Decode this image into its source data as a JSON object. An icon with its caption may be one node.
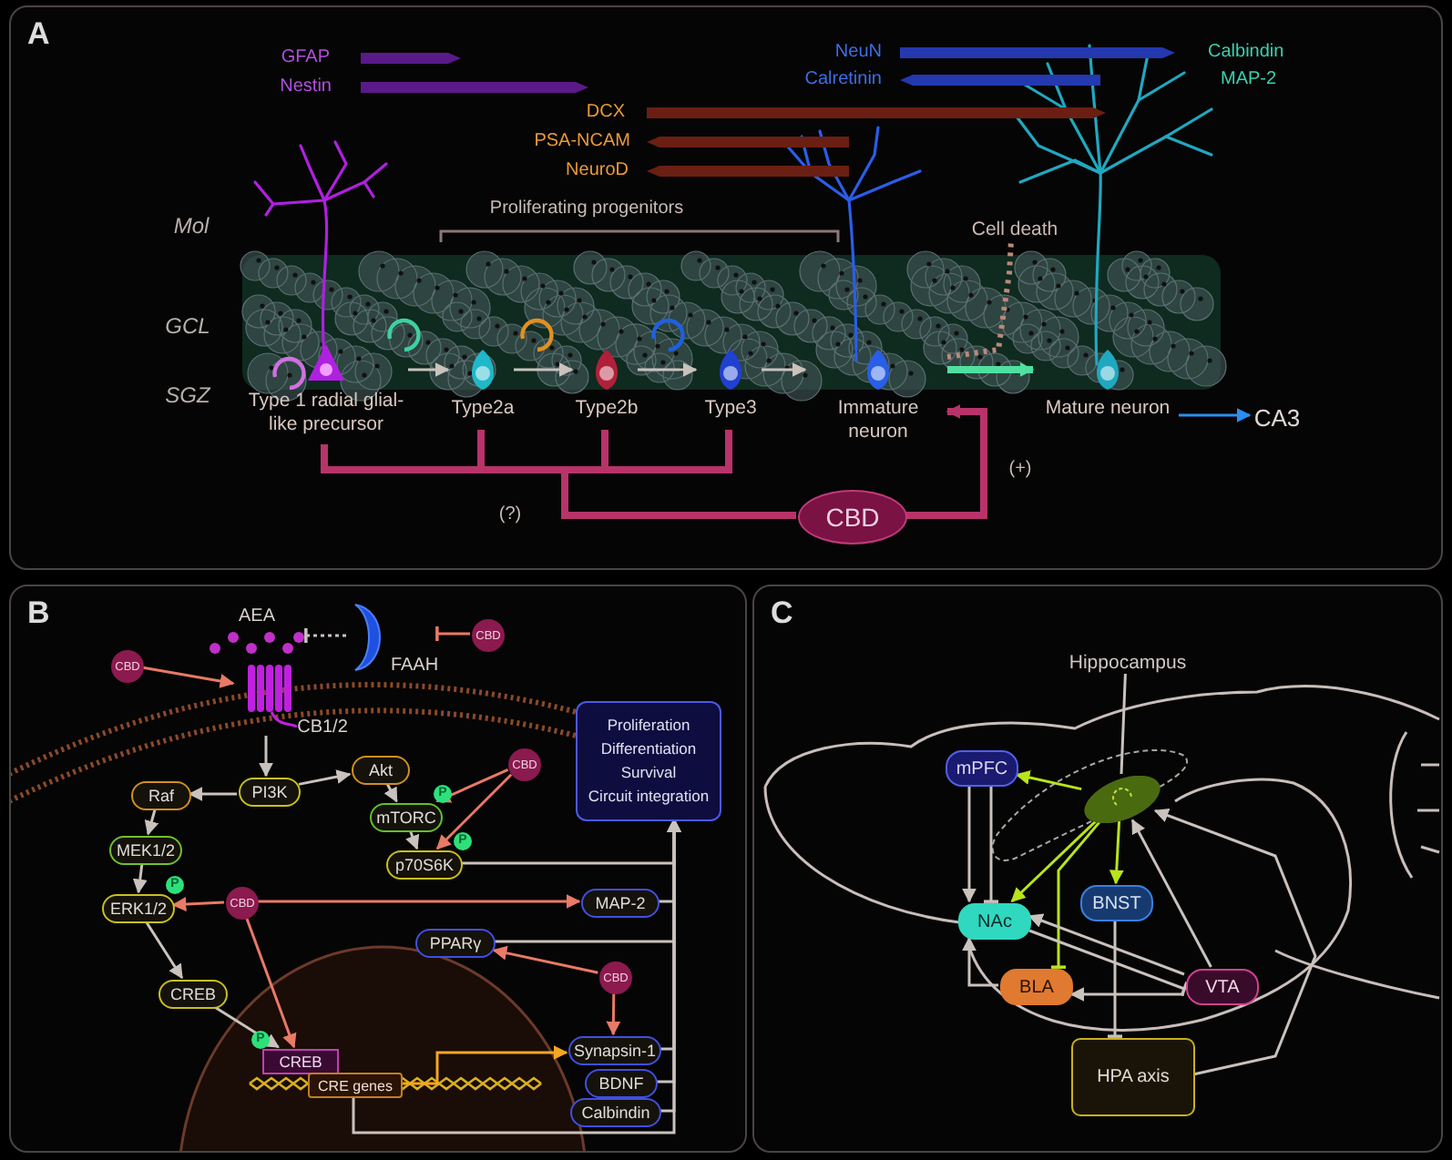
{
  "diagram": {
    "nodes": [
      {
        "text": [
          "A"
        ]
      },
      {
        "text": [
          "Type 1 radial glial-like precursor"
        ],
        "in": 0
      },
      {
        "text": [
          "Type2a"
        ],
        "in": 0
      },
      {
        "text": [
          "Type2b"
        ],
        "in": 0
      },
      {
        "text": [
          "Type3"
        ],
        "in": 0
      },
      {
        "text": [
          "Immature neuron"
        ],
        "in": 0
      },
      {
        "text": [
          "Mature neuron"
        ],
        "in": 0
      },
      {
        "text": [
          "CA3"
        ],
        "in": 0
      },
      {
        "text": [
          "CBD"
        ],
        "in": 0
      },
      {
        "text": [
          "Cell death"
        ],
        "in": 0
      },
      {
        "text": [
          "B"
        ]
      },
      {
        "text": [
          "AEA"
        ],
        "in": 10
      },
      {
        "text": [
          "FAAH"
        ],
        "in": 10
      },
      {
        "text": [
          "CBD"
        ],
        "in": 10
      },
      {
        "text": [
          "CBD"
        ],
        "in": 10
      },
      {
        "text": [
          "CB1/2"
        ],
        "in": 10
      },
      {
        "text": [
          "PI3K"
        ],
        "in": 10
      },
      {
        "text": [
          "Raf"
        ],
        "in": 10
      },
      {
        "text": [
          "Akt"
        ],
        "in": 10
      },
      {
        "text": [
          "mTORC"
        ],
        "beside": [
          "P"
        ],
        "in": 10
      },
      {
        "text": [
          "p70S6K"
        ],
        "beside": [
          "P"
        ],
        "in": 10
      },
      {
        "text": [
          "CBD"
        ],
        "in": 10
      },
      {
        "text": [
          "MEK1/2"
        ],
        "in": 10
      },
      {
        "text": [
          "ERK1/2"
        ],
        "beside": [
          "P"
        ],
        "in": 10
      },
      {
        "text": [
          "CBD"
        ],
        "in": 10
      },
      {
        "text": [
          "CREB"
        ],
        "in": 10
      },
      {
        "text": [
          "PPARγ"
        ],
        "in": 10
      },
      {
        "text": [
          "MAP-2"
        ],
        "in": 10
      },
      {
        "text": [
          "CBD"
        ],
        "in": 10
      },
      {
        "text": [
          "CREB"
        ],
        "beside": [
          "P"
        ],
        "in": 10
      },
      {
        "text": [
          "CRE genes"
        ],
        "in": 10
      },
      {
        "text": [
          "Synapsin-1"
        ],
        "in": 10
      },
      {
        "text": [
          "BDNF"
        ],
        "in": 10
      },
      {
        "text": [
          "Calbindin"
        ],
        "in": 10
      },
      {
        "text": [
          "Proliferation",
          "Differentiation",
          "Survival",
          "Circuit integration"
        ],
        "in": 10
      },
      {
        "text": [
          "C"
        ]
      },
      {
        "text": [
          "Hippocampus"
        ],
        "in": 35
      },
      {
        "text": [],
        "shape": "picture",
        "in": 35
      },
      {
        "text": [
          "mPFC"
        ],
        "in": 35
      },
      {
        "text": [
          "NAc"
        ],
        "in": 35
      },
      {
        "text": [
          "BNST"
        ],
        "in": 35
      },
      {
        "text": [
          "BLA"
        ],
        "in": 35
      },
      {
        "text": [
          "VTA"
        ],
        "in": 35
      },
      {
        "text": [
          "HPA axis"
        ],
        "in": 35
      }
    ],
    "edges": [
      {
        "from": 1,
        "to": 2,
        "arrow": "to"
      },
      {
        "from": 2,
        "to": 3,
        "arrow": "to"
      },
      {
        "from": 3,
        "to": 4,
        "arrow": "to"
      },
      {
        "from": 4,
        "to": 5,
        "arrow": "to"
      },
      {
        "from": 5,
        "to": 6,
        "arrow": "to",
        "style": "thick",
        "color": "#4fe0a0"
      },
      {
        "from": 6,
        "to": 7,
        "arrow": "to",
        "color": "#2b8ff0"
      },
      {
        "from": 5,
        "to": 9,
        "arrow": "none",
        "style": "dashed",
        "color": "#b88a7a"
      },
      {
        "from": 8,
        "to": 1,
        "arrow": "none",
        "style": "thick",
        "color": "#b8336a"
      },
      {
        "from": 8,
        "to": 2,
        "arrow": "none",
        "style": "thick",
        "color": "#b8336a"
      },
      {
        "from": 8,
        "to": 3,
        "arrow": "none",
        "style": "thick",
        "color": "#b8336a"
      },
      {
        "from": 8,
        "to": 4,
        "arrow": "none",
        "style": "thick",
        "color": "#b8336a"
      },
      {
        "from": 8,
        "to": 5,
        "arrow": "to",
        "style": "thick",
        "color": "#b8336a"
      },
      {
        "from": 12,
        "to": 11,
        "arrow": "other",
        "style": "dashed"
      },
      {
        "from": 13,
        "to": 12,
        "arrow": "other",
        "color": "#e87a66"
      },
      {
        "from": 14,
        "to": 15,
        "arrow": "to",
        "color": "#e87a66"
      },
      {
        "from": 15,
        "to": 16,
        "arrow": "to"
      },
      {
        "from": 16,
        "to": 17,
        "arrow": "to"
      },
      {
        "from": 16,
        "to": 18,
        "arrow": "to"
      },
      {
        "from": 18,
        "to": 19,
        "arrow": "to"
      },
      {
        "from": 19,
        "to": 20,
        "arrow": "to"
      },
      {
        "from": 21,
        "to": 19,
        "arrow": "to",
        "color": "#e87a66"
      },
      {
        "from": 21,
        "to": 20,
        "arrow": "to",
        "color": "#e87a66"
      },
      {
        "from": 17,
        "to": 22,
        "arrow": "to"
      },
      {
        "from": 22,
        "to": 23,
        "arrow": "to"
      },
      {
        "from": 24,
        "to": 23,
        "arrow": "to",
        "color": "#e87a66"
      },
      {
        "from": 24,
        "to": 27,
        "arrow": "to",
        "color": "#e87a66"
      },
      {
        "from": 23,
        "to": 25,
        "arrow": "to"
      },
      {
        "from": 25,
        "to": 29,
        "arrow": "to"
      },
      {
        "from": 24,
        "to": 29,
        "arrow": "to",
        "color": "#e87a66"
      },
      {
        "from": 28,
        "to": 26,
        "arrow": "to",
        "color": "#e87a66"
      },
      {
        "from": 28,
        "to": 31,
        "arrow": "to",
        "color": "#e87a66"
      },
      {
        "from": 30,
        "to": 31,
        "arrow": "to",
        "color": "#f5a623"
      },
      {
        "from": 20,
        "to": 34,
        "arrow": "to"
      },
      {
        "from": 27,
        "to": 34,
        "arrow": "to"
      },
      {
        "from": 26,
        "to": 34,
        "arrow": "to"
      },
      {
        "from": 31,
        "to": 34,
        "arrow": "to"
      },
      {
        "from": 32,
        "to": 34,
        "arrow": "to"
      },
      {
        "from": 33,
        "to": 34,
        "arrow": "to"
      },
      {
        "from": 30,
        "to": 34,
        "arrow": "to"
      },
      {
        "from": 36,
        "to": 37,
        "arrow": "none"
      },
      {
        "from": 37,
        "to": 38,
        "arrow": "to",
        "color": "#b8e41c"
      },
      {
        "from": 37,
        "to": 39,
        "arrow": "to",
        "color": "#b8e41c"
      },
      {
        "from": 37,
        "to": 41,
        "arrow": "other",
        "color": "#b8e41c"
      },
      {
        "from": 37,
        "to": 40,
        "arrow": "to",
        "color": "#b8e41c"
      },
      {
        "from": 38,
        "to": 39,
        "arrow": "to"
      },
      {
        "from": 38,
        "to": 39,
        "arrow": "other"
      },
      {
        "from": 40,
        "to": 43,
        "arrow": "other"
      },
      {
        "from": 42,
        "to": 39,
        "arrow": "to"
      },
      {
        "from": 39,
        "to": 42,
        "arrow": "other"
      },
      {
        "from": 42,
        "to": 41,
        "arrow": "to"
      },
      {
        "from": 41,
        "to": 39,
        "arrow": "to"
      },
      {
        "from": 42,
        "to": 37,
        "arrow": "to"
      },
      {
        "from": 43,
        "to": 37,
        "arrow": "to"
      }
    ],
    "labels": [
      "NeuN",
      "Calbindin",
      "GFAP",
      "Calretinin",
      "MAP-2",
      "Nestin",
      "DCX",
      "PSA-NCAM",
      "NeuroD",
      "Proliferating progenitors",
      "Mol",
      "GCL",
      "SGZ",
      "(+)",
      "(?)"
    ]
  }
}
